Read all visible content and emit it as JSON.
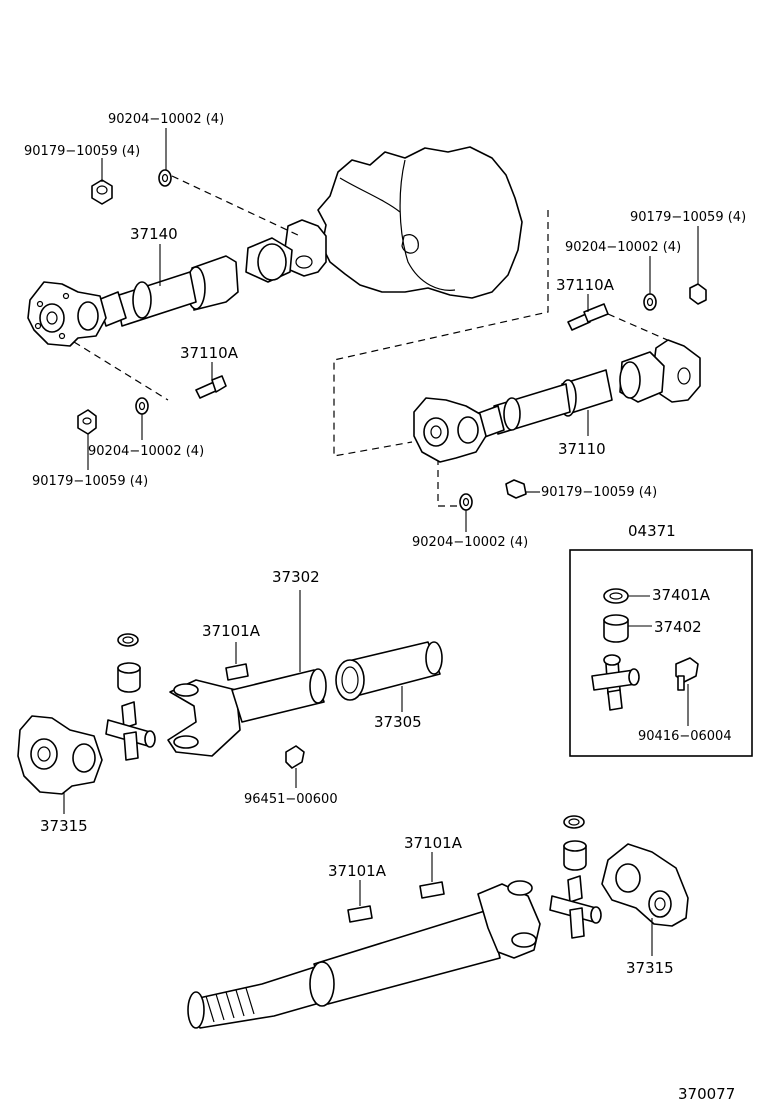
{
  "labels": {
    "l_90204_a": "90204−10002 (4)",
    "l_90179_a": "90179−10059 (4)",
    "l_37140": "37140",
    "l_90179_b": "90179−10059 (4)",
    "l_90204_b": "90204−10002 (4)",
    "l_37110A_a": "37110A",
    "l_37110A_b": "37110A",
    "l_90204_c": "90204−10002 (4)",
    "l_90179_c": "90179−10059 (4)",
    "l_37110": "37110",
    "l_90179_d": "90179−10059 (4)",
    "l_90204_d": "90204−10002 (4)",
    "l_04371": "04371",
    "l_37401A": "37401A",
    "l_37402": "37402",
    "l_90416": "90416−06004",
    "l_37302": "37302",
    "l_37101A_a": "37101A",
    "l_37305": "37305",
    "l_96451": "96451−00600",
    "l_37315_a": "37315",
    "l_37101A_b": "37101A",
    "l_37101A_c": "37101A",
    "l_37315_b": "37315",
    "l_ref": "370077"
  }
}
